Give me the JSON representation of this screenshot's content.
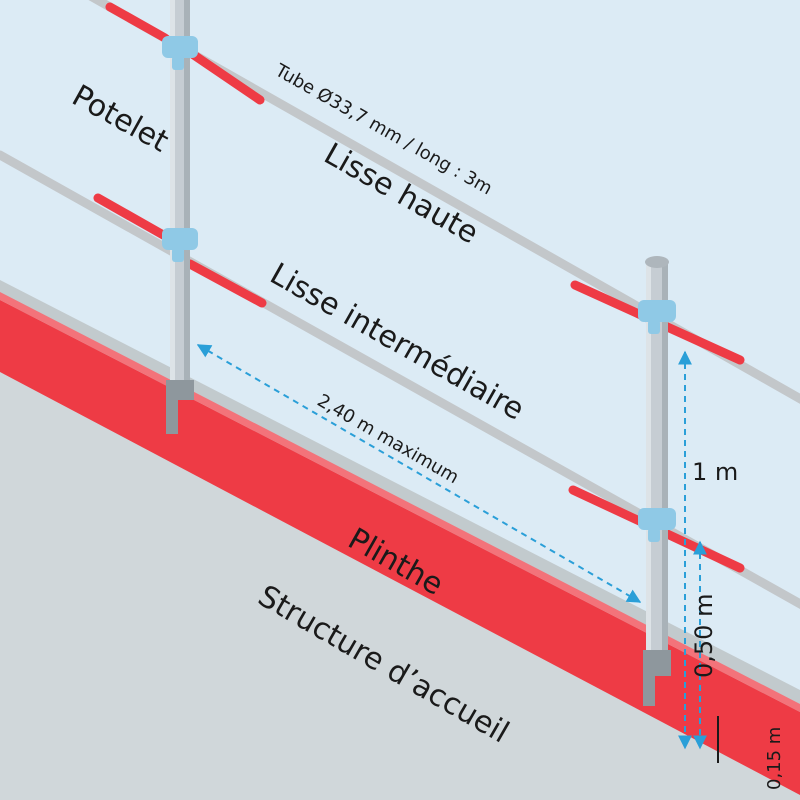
{
  "labels": {
    "post": "Potelet",
    "top_rail": "Lisse haute",
    "tube_spec": "Tube Ø33,7 mm / long : 3m",
    "mid_rail": "Lisse intermédiaire",
    "spacing": "2,40 m maximum",
    "height_top": "1 m",
    "height_mid": "0,50 m",
    "height_toe": "0,15 m",
    "toe_board": "Plinthe",
    "structure": "Structure d’accueil"
  },
  "colors": {
    "sky": "#dcebf5",
    "ground": "#d0d7da",
    "ground_edge": "#c2cacd",
    "toe_board": "#ee3b45",
    "toe_board_dark": "#c8303a",
    "tube": "#c3c7ca",
    "tube_accent": "#ee3b45",
    "clamp": "#8fc9e6",
    "post": "#c6cdd3",
    "post_dark": "#8e979d",
    "dimension": "#2a9fd8"
  },
  "icons": {
    "clamp": "clamp-icon",
    "arrow": "arrowhead-icon"
  }
}
